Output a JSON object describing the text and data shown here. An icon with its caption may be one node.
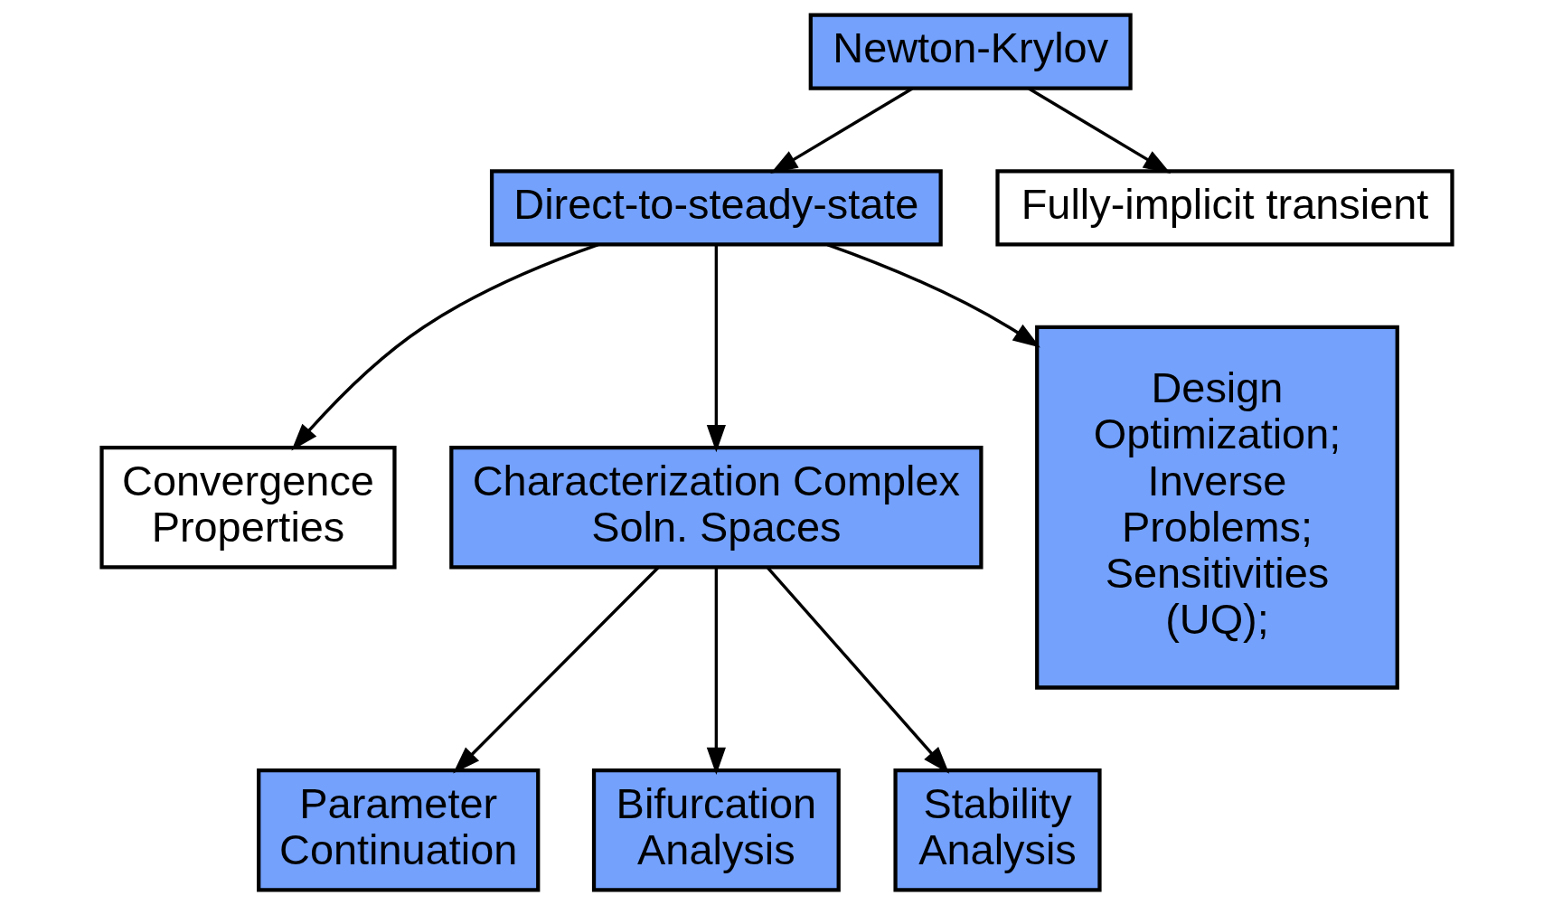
{
  "diagram": {
    "nodes": [
      {
        "text": [
          "Newton-Krylov"
        ]
      },
      {
        "text": [
          "Direct-to-steady-state"
        ]
      },
      {
        "text": [
          "Fully-implicit transient"
        ]
      },
      {
        "text": [
          "Convergence Properties"
        ]
      },
      {
        "text": [
          "Characterization Complex Soln. Spaces"
        ]
      },
      {
        "text": [
          "Design Optimization; Inverse Problems; Sensitivities (UQ);"
        ]
      },
      {
        "text": [
          "Parameter Continuation"
        ]
      },
      {
        "text": [
          "Bifurcation Analysis"
        ]
      },
      {
        "text": [
          "Stability Analysis"
        ]
      }
    ],
    "edges": [
      {
        "from": 0,
        "to": 1,
        "arrow": "to"
      },
      {
        "from": 0,
        "to": 2,
        "arrow": "to"
      },
      {
        "from": 1,
        "to": 3,
        "arrow": "to"
      },
      {
        "from": 1,
        "to": 4,
        "arrow": "to"
      },
      {
        "from": 1,
        "to": 5,
        "arrow": "to"
      },
      {
        "from": 4,
        "to": 6,
        "arrow": "to"
      },
      {
        "from": 4,
        "to": 7,
        "arrow": "to"
      },
      {
        "from": 4,
        "to": 8,
        "arrow": "to"
      }
    ]
  }
}
